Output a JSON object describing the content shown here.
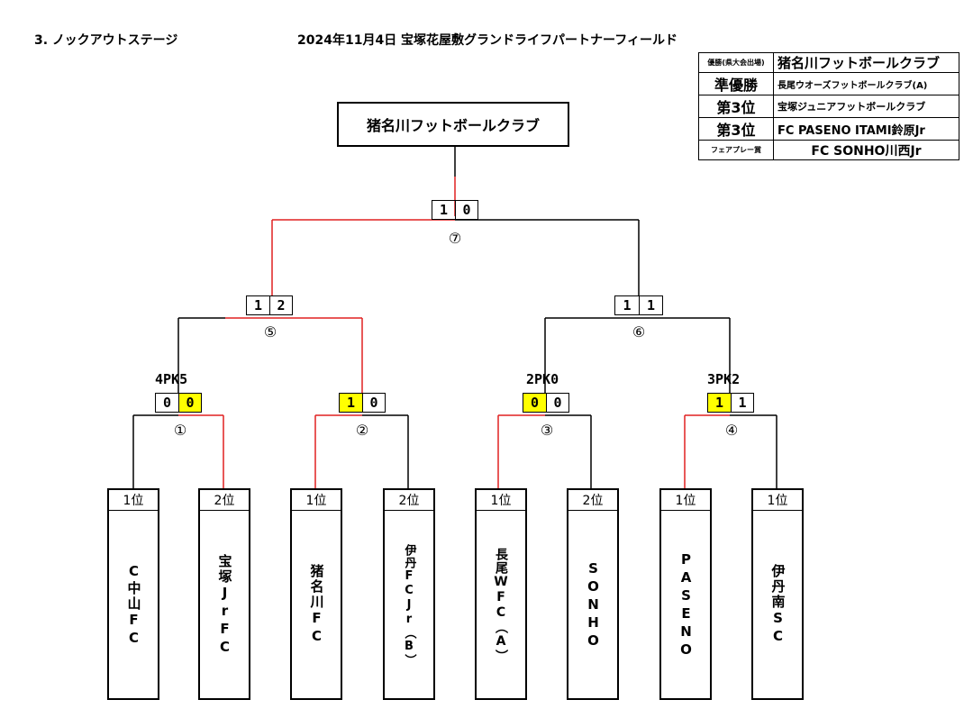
{
  "header": {
    "section": "3.  ノックアウトステージ",
    "date_venue": "2024年11月4日  宝塚花屋敷グランドライフパートナーフィールド"
  },
  "results": [
    {
      "label": "優勝(県大会出場)",
      "team": "猪名川フットボールクラブ"
    },
    {
      "label": "準優勝",
      "team": "長尾ウオーズフットボールクラブ(A)"
    },
    {
      "label": "第3位",
      "team": "宝塚ジュニアフットボールクラブ"
    },
    {
      "label": "第3位",
      "team": "FC PASENO ITAMI鈴原Jr"
    },
    {
      "label": "フェアプレー賞",
      "team": "FC SONHO川西Jr"
    }
  ],
  "champion": "猪名川フットボールクラブ",
  "matches": [
    {
      "no": "①",
      "pk": "4PK5",
      "left": "0",
      "right": "0"
    },
    {
      "no": "②",
      "pk": "",
      "left": "1",
      "right": "0"
    },
    {
      "no": "③",
      "pk": "2PK0",
      "left": "0",
      "right": "0"
    },
    {
      "no": "④",
      "pk": "3PK2",
      "left": "1",
      "right": "1"
    },
    {
      "no": "⑤",
      "pk": "",
      "left": "1",
      "right": "2"
    },
    {
      "no": "⑥",
      "pk": "",
      "left": "1",
      "right": "1"
    },
    {
      "no": "⑦",
      "pk": "",
      "left": "1",
      "right": "0"
    }
  ],
  "teams": [
    {
      "rank": "1位",
      "name": "C中山FC"
    },
    {
      "rank": "2位",
      "name": "宝塚JrFC"
    },
    {
      "rank": "1位",
      "name": "猪名川FC"
    },
    {
      "rank": "2位",
      "name": "伊丹FCJr︵B︶"
    },
    {
      "rank": "1位",
      "name": "長尾WFC︵A︶"
    },
    {
      "rank": "2位",
      "name": "SONHO"
    },
    {
      "rank": "1位",
      "name": "PASENO"
    },
    {
      "rank": "1位",
      "name": "伊丹南SC"
    }
  ],
  "colors": {
    "winner_line": "#e02020",
    "line": "#000000",
    "highlight": "#ffff00"
  }
}
